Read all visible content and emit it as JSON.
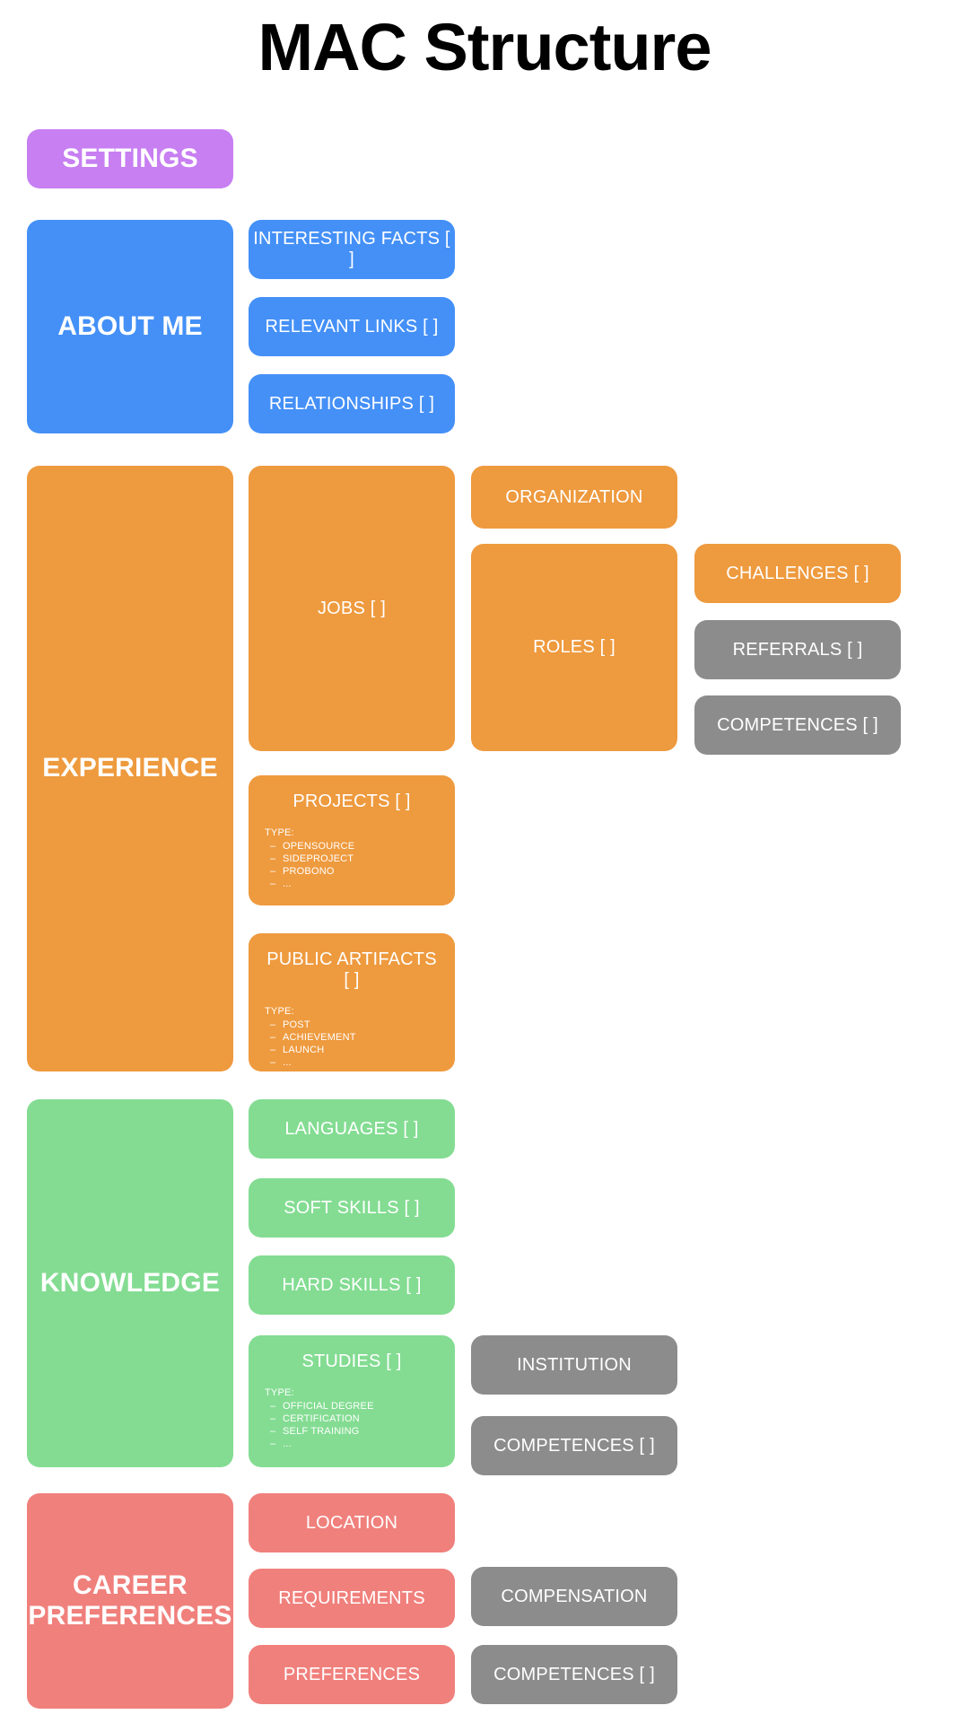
{
  "title": "MAC Structure",
  "colors": {
    "purple": "#C77FF2",
    "blue": "#4490F7",
    "orange": "#EE9A3E",
    "green": "#83DC92",
    "salmon": "#F0807C",
    "gray": "#8C8C8C",
    "background": "#FFFFFF",
    "text_on_node": "#FFFFFF",
    "title_text": "#000000"
  },
  "sections": {
    "settings": {
      "label": "SETTINGS",
      "color_key": "purple"
    },
    "about_me": {
      "label": "ABOUT ME",
      "color_key": "blue",
      "children": [
        {
          "label": "INTERESTING FACTS [ ]",
          "color_key": "blue"
        },
        {
          "label": "RELEVANT LINKS [ ]",
          "color_key": "blue"
        },
        {
          "label": "RELATIONSHIPS [ ]",
          "color_key": "blue"
        }
      ]
    },
    "experience": {
      "label": "EXPERIENCE",
      "color_key": "orange",
      "children": [
        {
          "label": "JOBS [ ]",
          "color_key": "orange"
        },
        {
          "label": "PROJECTS [ ]",
          "color_key": "orange"
        },
        {
          "label": "PUBLIC ARTIFACTS [ ]",
          "color_key": "orange"
        }
      ],
      "jobs_children": [
        {
          "label": "ORGANIZATION",
          "color_key": "orange"
        },
        {
          "label": "ROLES [ ]",
          "color_key": "orange"
        }
      ],
      "roles_children": [
        {
          "label": "CHALLENGES [ ]",
          "color_key": "orange"
        },
        {
          "label": "REFERRALS [ ]",
          "color_key": "gray"
        },
        {
          "label": "COMPETENCES [ ]",
          "color_key": "gray"
        }
      ],
      "projects_types": {
        "head": "TYPE:",
        "items": [
          "OPENSOURCE",
          "SIDEPROJECT",
          "PROBONO",
          "..."
        ]
      },
      "public_artifacts_types": {
        "head": "TYPE:",
        "items": [
          "POST",
          "ACHIEVEMENT",
          "LAUNCH",
          "..."
        ]
      }
    },
    "knowledge": {
      "label": "KNOWLEDGE",
      "color_key": "green",
      "children": [
        {
          "label": "LANGUAGES [ ]",
          "color_key": "green"
        },
        {
          "label": "SOFT SKILLS [ ]",
          "color_key": "green"
        },
        {
          "label": "HARD SKILLS [ ]",
          "color_key": "green"
        },
        {
          "label": "STUDIES [ ]",
          "color_key": "green"
        }
      ],
      "studies_types": {
        "head": "TYPE:",
        "items": [
          "OFFICIAL DEGREE",
          "CERTIFICATION",
          "SELF TRAINING",
          "..."
        ]
      },
      "studies_children": [
        {
          "label": "INSTITUTION",
          "color_key": "gray"
        },
        {
          "label": "COMPETENCES [ ]",
          "color_key": "gray"
        }
      ]
    },
    "career_preferences": {
      "label": "CAREER\nPREFERENCES",
      "color_key": "salmon",
      "children": [
        {
          "label": "LOCATION",
          "color_key": "salmon"
        },
        {
          "label": "REQUIREMENTS",
          "color_key": "salmon"
        },
        {
          "label": "PREFERENCES",
          "color_key": "salmon"
        }
      ],
      "requirements_children": [
        {
          "label": "COMPENSATION",
          "color_key": "gray"
        }
      ],
      "preferences_children": [
        {
          "label": "COMPETENCES [ ]",
          "color_key": "gray"
        }
      ]
    }
  }
}
